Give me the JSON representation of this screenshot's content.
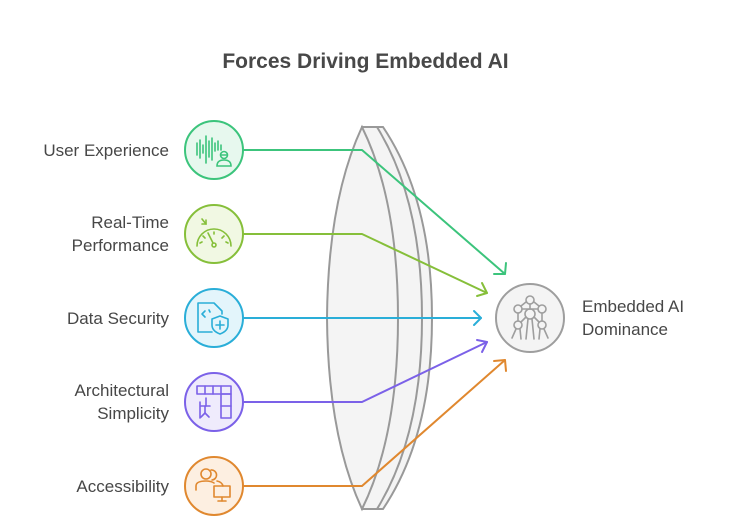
{
  "title": "Forces Driving Embedded AI",
  "forces": [
    {
      "label_lines": [
        "User Experience"
      ],
      "icon": "voice-user-icon",
      "color": "#3cc47c",
      "fill": "#e7f8ee"
    },
    {
      "label_lines": [
        "Real-Time",
        "Performance"
      ],
      "icon": "speedometer-icon",
      "color": "#86bf3a",
      "fill": "#f1f8e3"
    },
    {
      "label_lines": [
        "Data Security"
      ],
      "icon": "secure-code-file-icon",
      "color": "#2aaed8",
      "fill": "#e3f5fb"
    },
    {
      "label_lines": [
        "Architectural",
        "Simplicity"
      ],
      "icon": "floor-plan-icon",
      "color": "#7b61e8",
      "fill": "#efebfc"
    },
    {
      "label_lines": [
        "Accessibility"
      ],
      "icon": "users-computer-icon",
      "color": "#e0882f",
      "fill": "#fdefe1"
    }
  ],
  "target": {
    "label_lines": [
      "Embedded AI",
      "Dominance"
    ],
    "icon": "atomium-icon",
    "color": "#9e9e9e",
    "fill": "#f4f4f4"
  },
  "lens": {
    "stroke": "#999999",
    "fill": "#f4f4f4"
  }
}
